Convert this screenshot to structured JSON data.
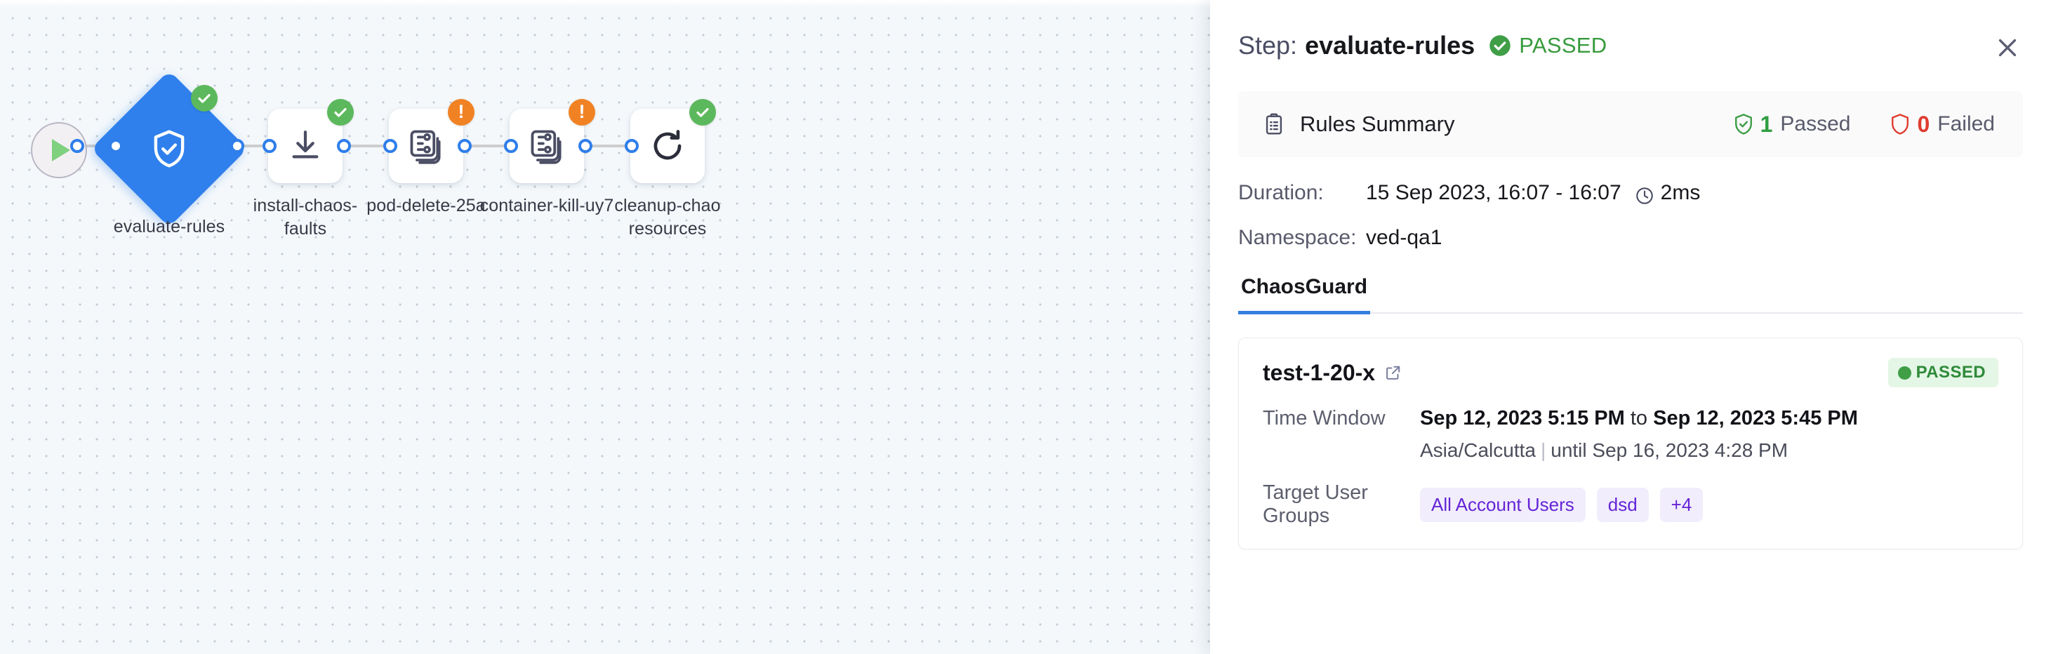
{
  "canvas": {
    "start_node": {
      "icon": "play-icon",
      "label": ""
    },
    "nodes": [
      {
        "id": "evaluate-rules",
        "label": "evaluate-rules",
        "shape": "diamond",
        "icon": "shield-check-icon",
        "status": "ok",
        "selected": true
      },
      {
        "id": "install-chaos-faults",
        "label": "install-chaos-\nfaults",
        "shape": "square",
        "icon": "download-icon",
        "status": "ok",
        "selected": false
      },
      {
        "id": "pod-delete-25a",
        "label": "pod-delete-25a",
        "shape": "square",
        "icon": "chaos-fault-icon",
        "status": "warn",
        "selected": false
      },
      {
        "id": "container-kill-uy7",
        "label": "container-kill-uy7",
        "shape": "square",
        "icon": "chaos-fault-icon",
        "status": "warn",
        "selected": false
      },
      {
        "id": "cleanup-chaos-resources",
        "label": "cleanup-chao\nresources",
        "shape": "square",
        "icon": "refresh-icon",
        "status": "ok",
        "selected": false
      }
    ]
  },
  "panel": {
    "header": {
      "step_prefix": "Step:",
      "step_name": "evaluate-rules",
      "status_text": "PASSED",
      "status_icon": "check-circle-icon",
      "close_icon": "close-icon"
    },
    "rules_summary": {
      "icon": "clipboard-icon",
      "title": "Rules Summary",
      "passed_count": "1",
      "passed_label": "Passed",
      "passed_icon": "shield-check-icon",
      "failed_count": "0",
      "failed_label": "Failed",
      "failed_icon": "shield-icon"
    },
    "meta": {
      "duration_key": "Duration:",
      "duration_value": "15 Sep 2023, 16:07 - 16:07",
      "duration_elapsed": "2ms",
      "clock_icon": "clock-icon",
      "namespace_key": "Namespace:",
      "namespace_value": "ved-qa1"
    },
    "tabs": [
      {
        "label": "ChaosGuard",
        "active": true
      }
    ],
    "test_card": {
      "name": "test-1-20-x",
      "link_icon": "external-link-icon",
      "status": "PASSED",
      "rows": [
        {
          "key": "Time Window",
          "value_bold_1": "Sep 12, 2023 5:15 PM",
          "value_lite": " to ",
          "value_bold_2": "Sep 12, 2023 5:45 PM",
          "subvalue_tz": "Asia/Calcutta",
          "subvalue_until": "until Sep 16, 2023 4:28 PM"
        },
        {
          "key": "Target User Groups",
          "chips": [
            "All Account Users",
            "dsd",
            "+4"
          ]
        }
      ]
    }
  },
  "colors": {
    "accent_blue": "#2f80ed",
    "success_green": "#5cb85c",
    "warning_orange": "#f18224",
    "danger_red": "#e03c31",
    "chip_purple": "#6524d6",
    "canvas_bg": "#f4f8fb"
  }
}
